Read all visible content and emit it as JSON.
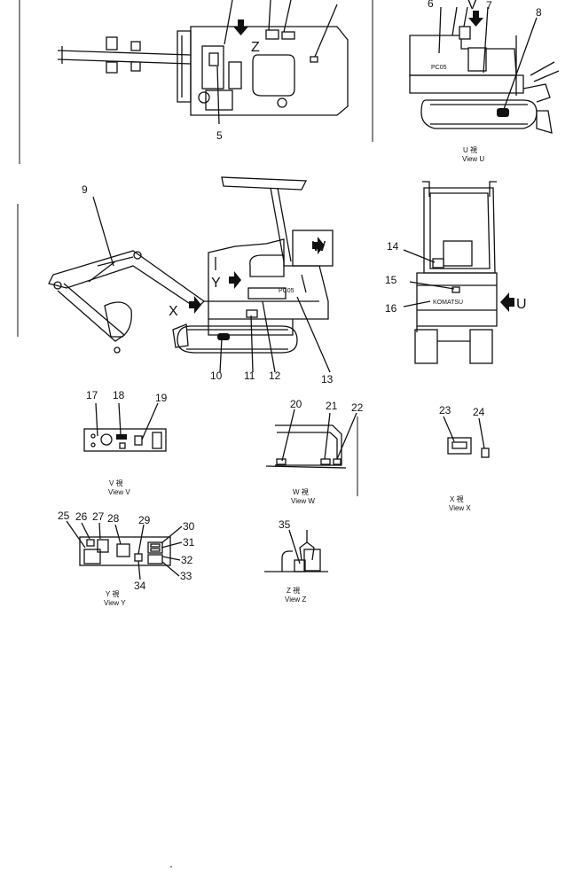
{
  "callouts": {
    "n5": "5",
    "n6": "6",
    "n7": "7",
    "n8": "8",
    "n9": "9",
    "n10": "10",
    "n11": "11",
    "n12": "12",
    "n13": "13",
    "n14": "14",
    "n15": "15",
    "n16": "16",
    "n17": "17",
    "n18": "18",
    "n19": "19",
    "n20": "20",
    "n21": "21",
    "n22": "22",
    "n23": "23",
    "n24": "24",
    "n25": "25",
    "n26": "26",
    "n27": "27",
    "n28": "28",
    "n29": "29",
    "n30": "30",
    "n31": "31",
    "n32": "32",
    "n33": "33",
    "n34": "34",
    "n35": "35"
  },
  "view_letters": {
    "z": "Z",
    "v": "V",
    "w": "W",
    "y": "Y",
    "x": "X",
    "u": "U"
  },
  "machine_marks": {
    "model": "PC05",
    "model_side": "PC05",
    "brand": "KOMATSU"
  },
  "captions": {
    "view_u_top": "U 視",
    "view_u": "View U",
    "view_v_top": "V 視",
    "view_v": "View V",
    "view_w_top": "W 視",
    "view_w": "View W",
    "view_x_top": "X 視",
    "view_x": "View X",
    "view_y_top": "Y 視",
    "view_y": "View Y",
    "view_z_top": "Z 視",
    "view_z": "View Z"
  }
}
